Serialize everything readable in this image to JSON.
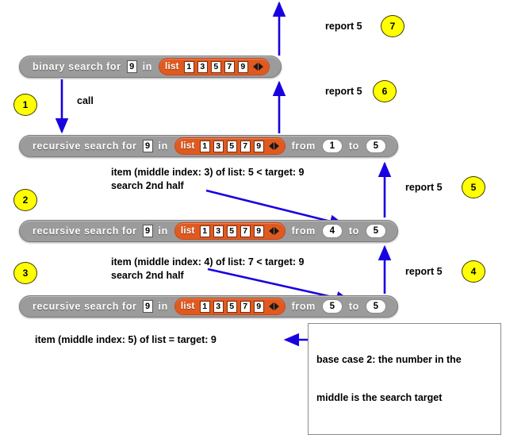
{
  "colors": {
    "block_gray": "#9b9b9b",
    "list_orange": "#e05a20",
    "arrow_blue": "#1800e0",
    "circle_yellow": "#ffff00"
  },
  "blocks": [
    {
      "id": "binary-search-block",
      "words": [
        "binary",
        "search",
        "for"
      ],
      "label_a": "binary search for",
      "target": "9",
      "in_label": "in",
      "list_label": "list",
      "list_items": [
        "1",
        "3",
        "5",
        "7",
        "9"
      ],
      "has_range": false,
      "from_label": "from",
      "from_value": "",
      "to_label": "to",
      "to_value": ""
    },
    {
      "id": "recursive-search-block-1",
      "label_a": "recursive search for",
      "target": "9",
      "in_label": "in",
      "list_label": "list",
      "list_items": [
        "1",
        "3",
        "5",
        "7",
        "9"
      ],
      "has_range": true,
      "from_label": "from",
      "from_value": "1",
      "to_label": "to",
      "to_value": "5"
    },
    {
      "id": "recursive-search-block-2",
      "label_a": "recursive search for",
      "target": "9",
      "in_label": "in",
      "list_label": "list",
      "list_items": [
        "1",
        "3",
        "5",
        "7",
        "9"
      ],
      "has_range": true,
      "from_label": "from",
      "from_value": "4",
      "to_label": "to",
      "to_value": "5"
    },
    {
      "id": "recursive-search-block-3",
      "label_a": "recursive search for",
      "target": "9",
      "in_label": "in",
      "list_label": "list",
      "list_items": [
        "1",
        "3",
        "5",
        "7",
        "9"
      ],
      "has_range": true,
      "from_label": "from",
      "from_value": "5",
      "to_label": "to",
      "to_value": "5"
    }
  ],
  "steps": [
    {
      "n": "1"
    },
    {
      "n": "2"
    },
    {
      "n": "3"
    },
    {
      "n": "4"
    },
    {
      "n": "5"
    },
    {
      "n": "6"
    },
    {
      "n": "7"
    }
  ],
  "annotations": {
    "call": "call",
    "report_7": "report 5",
    "report_6": "report 5",
    "report_5": "report 5",
    "report_4": "report 5",
    "note_1_line1": "item (middle index: 3) of list: 5 < target: 9",
    "note_1_line2": "search 2nd half",
    "note_2_line1": "item (middle index: 4) of list: 7 < target: 9",
    "note_2_line2": "search 2nd half",
    "note_3": "item (middle index: 5) of list = target: 9",
    "callout_line1": "base case 2: the number in the",
    "callout_line2": "middle is the search target"
  }
}
